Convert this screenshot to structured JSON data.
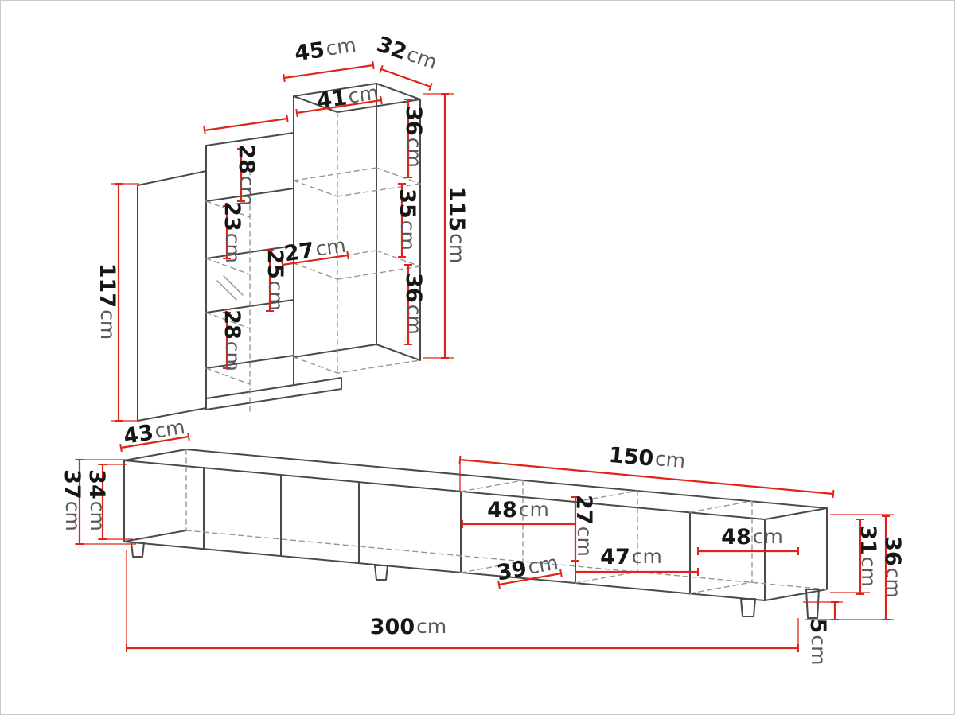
{
  "diagram": {
    "type": "furniture-dimension-diagram",
    "units": "cm",
    "pieces": [
      "wall unit",
      "tv stand"
    ]
  },
  "colors": {
    "dimension": "#e02419",
    "outline": "#4a4a4a",
    "hidden": "#979797",
    "text": "#161616",
    "unit": "#5a5a5a",
    "background": "#ffffff"
  },
  "wall_unit": {
    "label": "wall unit",
    "dims": {
      "width_top": {
        "num": "45",
        "unit": "cm"
      },
      "depth_top": {
        "num": "32",
        "unit": "cm"
      },
      "inner_width": {
        "num": "41",
        "unit": "cm"
      },
      "shelf_top": {
        "num": "36",
        "unit": "cm"
      },
      "shelf_mid": {
        "num": "35",
        "unit": "cm"
      },
      "height_right": {
        "num": "115",
        "unit": "cm"
      },
      "shelf_bottom": {
        "num": "36",
        "unit": "cm"
      },
      "gap1": {
        "num": "28",
        "unit": "cm"
      },
      "gap2": {
        "num": "23",
        "unit": "cm"
      },
      "gap3": {
        "num": "25",
        "unit": "cm"
      },
      "inner_width_mid": {
        "num": "27",
        "unit": "cm"
      },
      "gap4": {
        "num": "28",
        "unit": "cm"
      },
      "height_left": {
        "num": "117",
        "unit": "cm"
      },
      "depth_bottom": {
        "num": "43",
        "unit": "cm"
      }
    }
  },
  "tv_stand": {
    "label": "tv stand",
    "dims": {
      "half_width": {
        "num": "150",
        "unit": "cm"
      },
      "height_left_outer": {
        "num": "37",
        "unit": "cm"
      },
      "height_left_inner": {
        "num": "34",
        "unit": "cm"
      },
      "compartment1_width": {
        "num": "48",
        "unit": "cm"
      },
      "inner_height": {
        "num": "27",
        "unit": "cm"
      },
      "compartment2_width": {
        "num": "47",
        "unit": "cm"
      },
      "compartment3_width": {
        "num": "48",
        "unit": "cm"
      },
      "inner_depth": {
        "num": "39",
        "unit": "cm"
      },
      "total_width": {
        "num": "300",
        "unit": "cm"
      },
      "height_right_inner": {
        "num": "31",
        "unit": "cm"
      },
      "height_right_outer": {
        "num": "36",
        "unit": "cm"
      },
      "leg_height": {
        "num": "5",
        "unit": "cm"
      }
    }
  }
}
